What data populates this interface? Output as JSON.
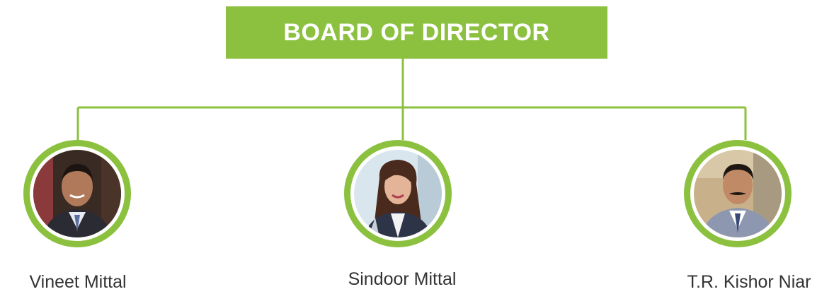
{
  "title": "BOARD OF DIRECTOR",
  "colors": {
    "accent": "#8cc140",
    "title_text": "#ffffff",
    "name_text": "#333333"
  },
  "directors": [
    {
      "name": "Vineet Mittal",
      "icon": "person-photo-icon"
    },
    {
      "name": "Sindoor Mittal",
      "icon": "person-photo-icon"
    },
    {
      "name": "T.R. Kishor Niar",
      "icon": "person-photo-icon"
    }
  ]
}
